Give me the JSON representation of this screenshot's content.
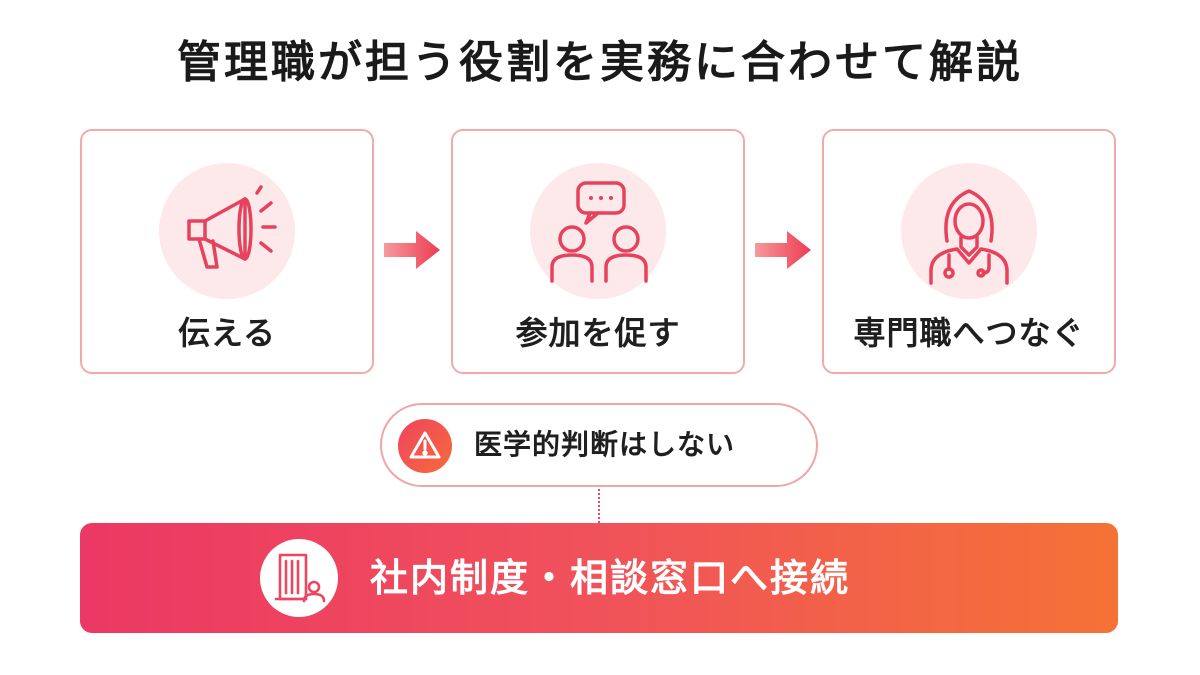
{
  "title": "管理職が担う役割を実務に合わせて解説",
  "steps": [
    {
      "label": "伝える",
      "icon": "megaphone-icon"
    },
    {
      "label": "参加を促す",
      "icon": "discussion-icon"
    },
    {
      "label": "専門職へつなぐ",
      "icon": "doctor-icon"
    }
  ],
  "warning": {
    "text": "医学的判断はしない",
    "icon": "warning-icon"
  },
  "banner": {
    "text": "社内制度・相談窓口へ接続",
    "icon": "building-icon"
  },
  "colors": {
    "accent_pink": "#ec3864",
    "accent_orange": "#f57236",
    "card_border": "#f2aaa9",
    "icon_bg": "#fde8ea",
    "icon_stroke": "#e6425d"
  }
}
